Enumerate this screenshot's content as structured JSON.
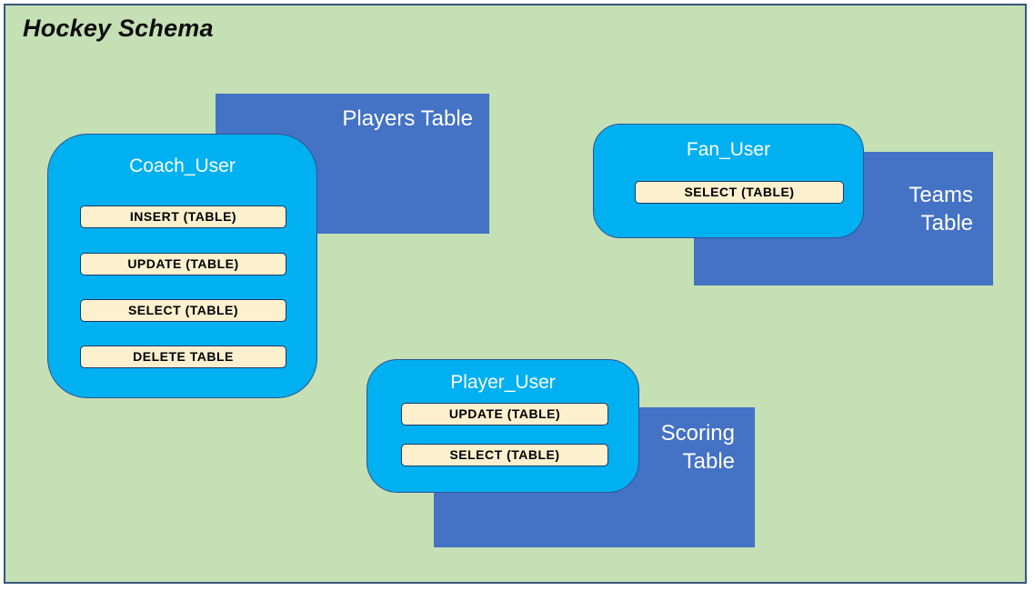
{
  "title": "Hockey Schema",
  "colors": {
    "background": "#c5e0b4",
    "frame_border": "#35567d",
    "table_fill": "#4472c4",
    "user_fill": "#00b0f0",
    "user_border": "#2f5496",
    "permission_fill": "#fdf0ce",
    "permission_border": "#1f3864"
  },
  "tables": [
    {
      "id": "players",
      "lines": [
        "Players Table"
      ]
    },
    {
      "id": "teams",
      "lines": [
        "Teams",
        "Table"
      ]
    },
    {
      "id": "scoring",
      "lines": [
        "Scoring",
        "Table"
      ]
    }
  ],
  "users": [
    {
      "id": "coach",
      "label": "Coach_User",
      "permissions": [
        "INSERT (TABLE)",
        "UPDATE (TABLE)",
        "SELECT (TABLE)",
        "DELETE TABLE"
      ]
    },
    {
      "id": "fan",
      "label": "Fan_User",
      "permissions": [
        "SELECT (TABLE)"
      ]
    },
    {
      "id": "player",
      "label": "Player_User",
      "permissions": [
        "UPDATE (TABLE)",
        "SELECT (TABLE)"
      ]
    }
  ]
}
